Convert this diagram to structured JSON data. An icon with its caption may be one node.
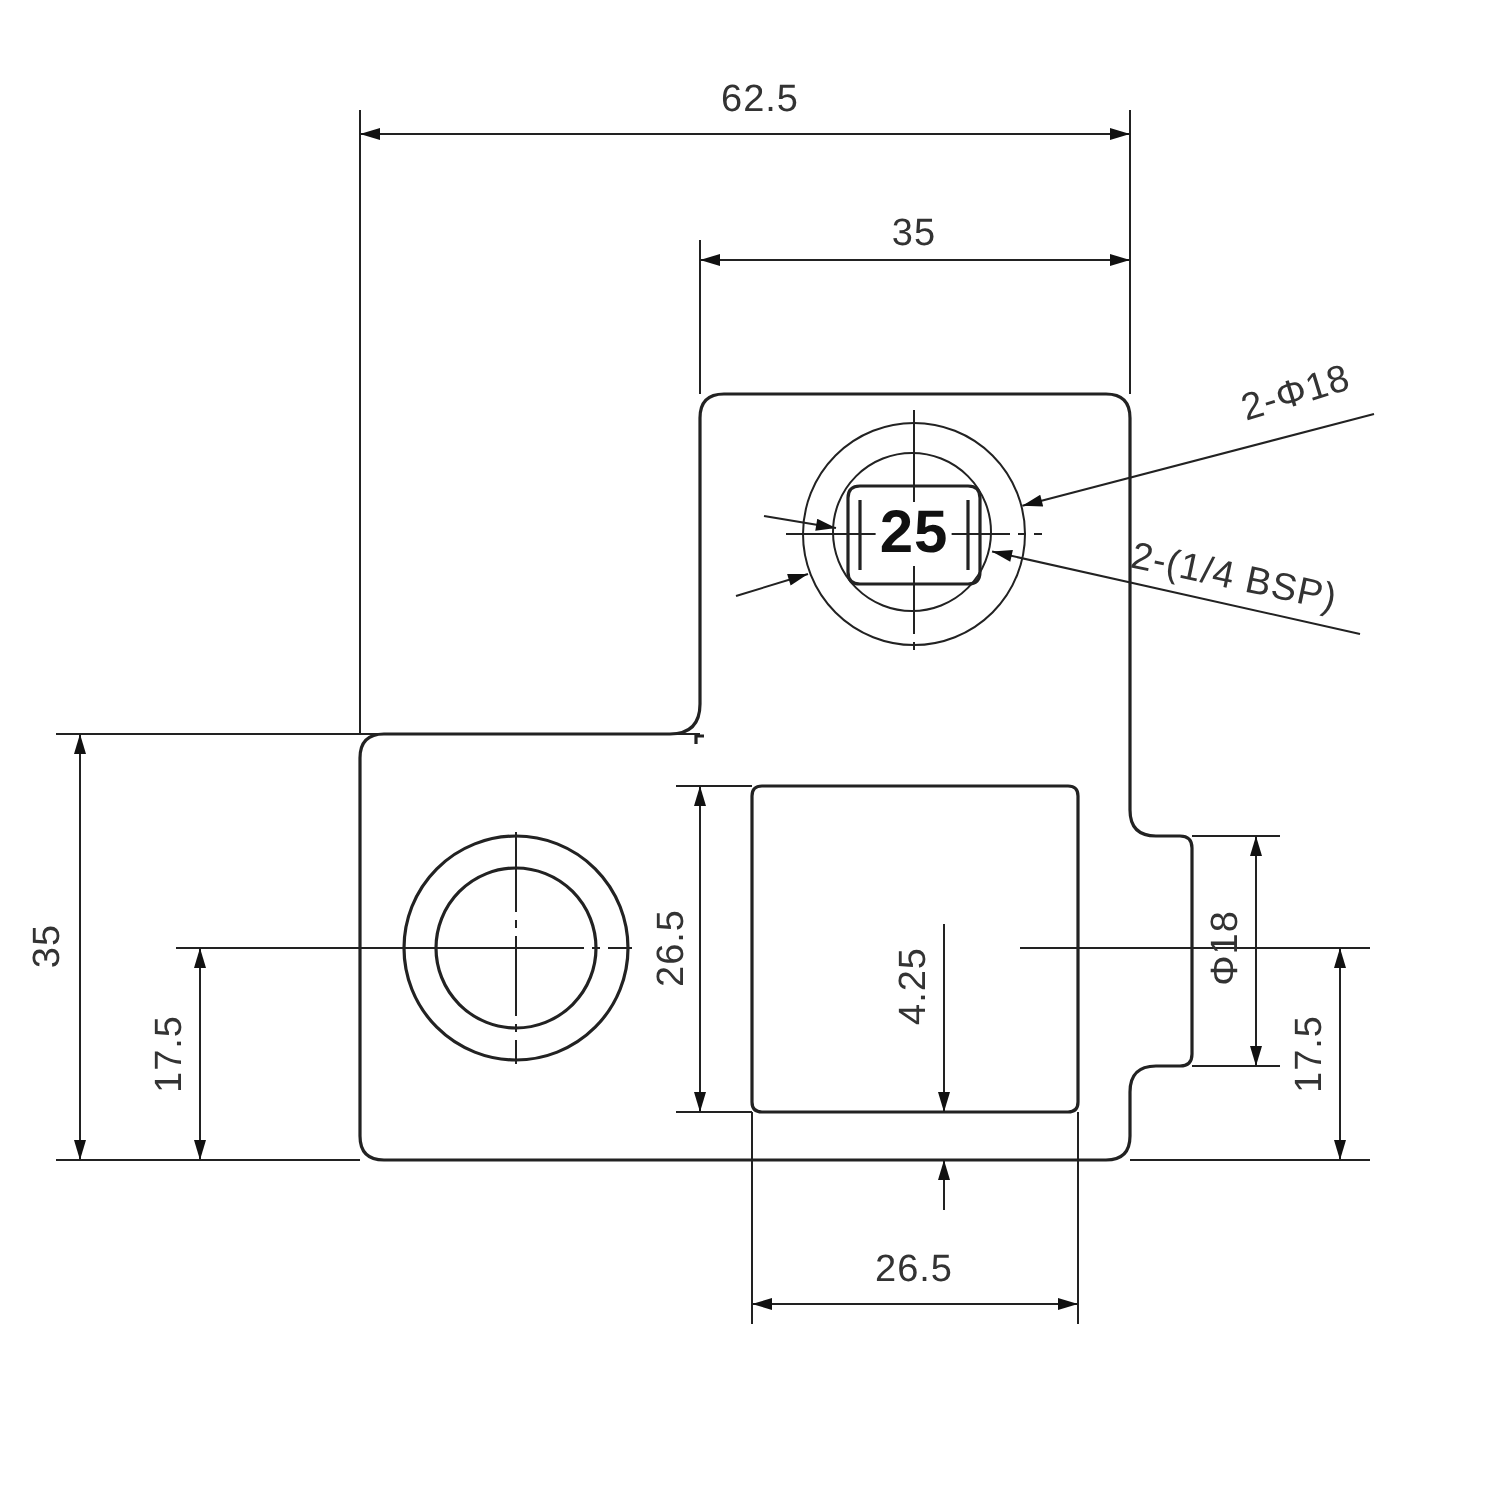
{
  "diagram": {
    "nodes": [
      {
        "text": [
          "2-Φ18"
        ]
      },
      {
        "text": [
          "2-(1/4 BSP)"
        ]
      },
      {
        "text": [],
        "shape": "circle"
      },
      {
        "text": [],
        "shape": "circle",
        "in": 2
      }
    ],
    "edges": [
      {
        "from": 0,
        "to": 2,
        "arrow": "to"
      },
      {
        "from": 1,
        "to": 3,
        "arrow": "to"
      }
    ],
    "labels": [
      "62.5",
      "35",
      "35",
      "17.5",
      "26.5",
      "4.25",
      "Φ18",
      "17.5",
      "26.5",
      "25"
    ]
  }
}
